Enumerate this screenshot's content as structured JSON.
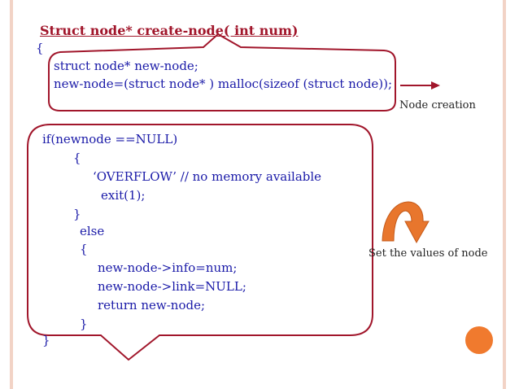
{
  "title": "Struct node* create-node( int  num)",
  "code": {
    "open_brace_top": "{",
    "line_decl": "struct node*  new-node;",
    "line_malloc": "new-node=(struct node* ) malloc(sizeof (struct node));",
    "line_if": "if(newnode ==NULL)",
    "if_open": "{",
    "line_overflow": "‘OVERFLOW’ // no memory available",
    "line_exit": "exit(1);",
    "if_close": "}",
    "line_else": "else",
    "else_open": "{",
    "line_info": "new-node->info=num;",
    "line_link": "new-node->link=NULL;",
    "line_return": "return new-node;",
    "else_close": "}",
    "close_brace_bottom": "}"
  },
  "annotations": {
    "node_creation": "Node creation",
    "set_values": "Set the values of node"
  },
  "colors": {
    "title": "#a1162b",
    "code": "#1a1aa8",
    "callout_border": "#a1162b",
    "arrow": "#a1162b",
    "curved_arrow": "#e8762d",
    "frame": "#f2d3c6",
    "accent_dot": "#f07a2e"
  }
}
